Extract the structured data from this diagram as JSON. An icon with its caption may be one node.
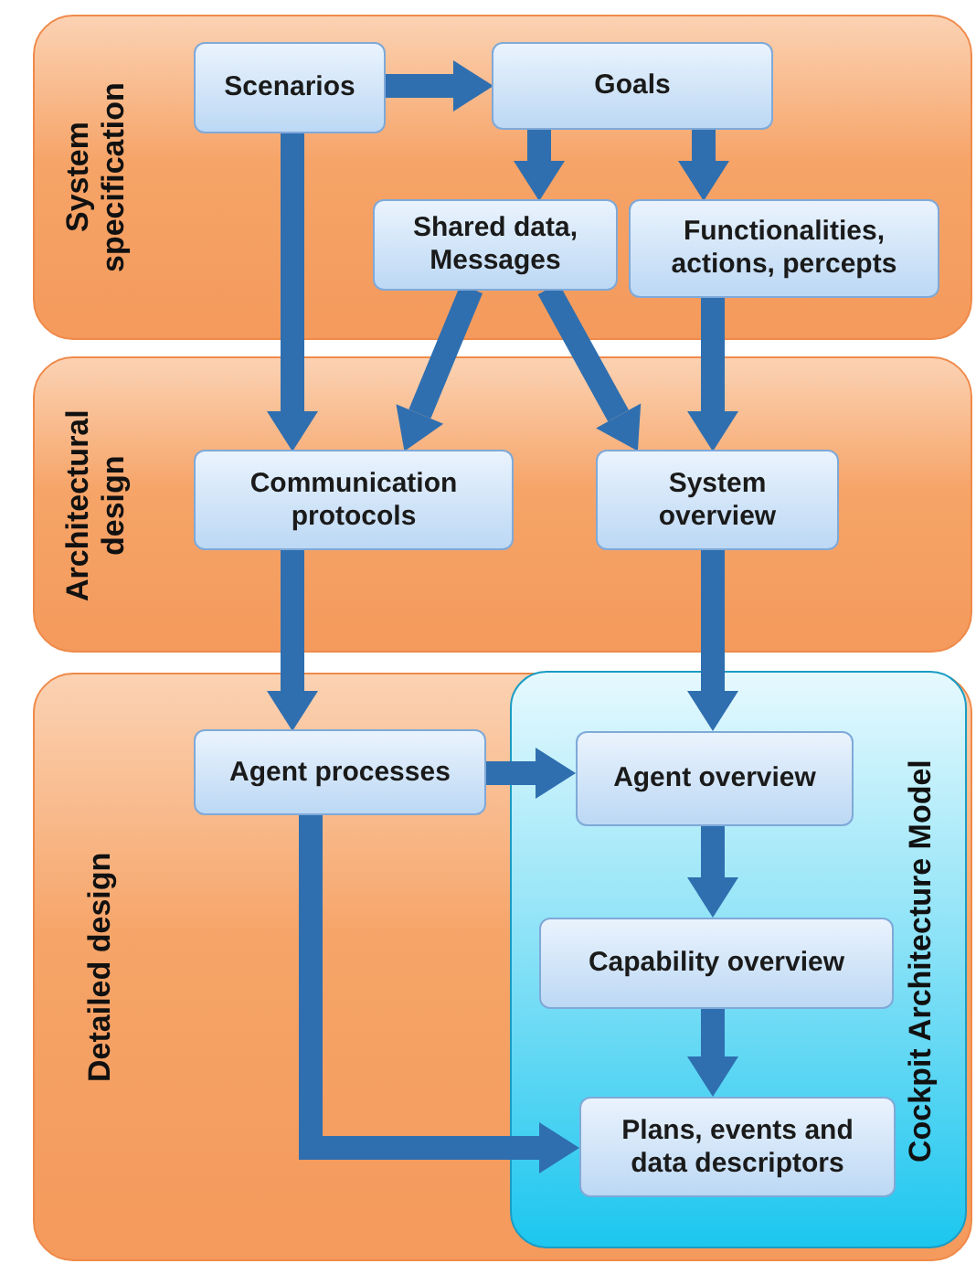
{
  "diagram": {
    "nodes": [
      {
        "text": [
          "System specification"
        ]
      },
      {
        "text": [
          "Scenarios"
        ],
        "in": 0
      },
      {
        "text": [
          "Goals"
        ],
        "in": 0
      },
      {
        "text": [
          "Shared data, Messages"
        ],
        "in": 0
      },
      {
        "text": [
          "Functionalities, actions, percepts"
        ],
        "in": 0
      },
      {
        "text": [
          "Architectural design"
        ]
      },
      {
        "text": [
          "Communication protocols"
        ],
        "in": 5
      },
      {
        "text": [
          "System overview"
        ],
        "in": 5
      },
      {
        "text": [
          "Detailed design"
        ]
      },
      {
        "text": [
          "Cockpit Architecture Model"
        ],
        "in": 8
      },
      {
        "text": [
          "Agent processes"
        ],
        "in": 8
      },
      {
        "text": [
          "Agent overview"
        ],
        "in": 9
      },
      {
        "text": [
          "Capability overview"
        ],
        "in": 9
      },
      {
        "text": [
          "Plans, events and data descriptors"
        ],
        "in": 9
      }
    ],
    "edges": [
      {
        "from": 1,
        "to": 2,
        "arrow": "to"
      },
      {
        "from": 2,
        "to": 3,
        "arrow": "to"
      },
      {
        "from": 2,
        "to": 4,
        "arrow": "to"
      },
      {
        "from": 1,
        "to": 6,
        "arrow": "to"
      },
      {
        "from": 3,
        "to": 6,
        "arrow": "to"
      },
      {
        "from": 3,
        "to": 7,
        "arrow": "to"
      },
      {
        "from": 4,
        "to": 7,
        "arrow": "to"
      },
      {
        "from": 6,
        "to": 10,
        "arrow": "to"
      },
      {
        "from": 7,
        "to": 11,
        "arrow": "to"
      },
      {
        "from": 10,
        "to": 11,
        "arrow": "to"
      },
      {
        "from": 11,
        "to": 12,
        "arrow": "to"
      },
      {
        "from": 12,
        "to": 13,
        "arrow": "to"
      },
      {
        "from": 10,
        "to": 13,
        "arrow": "to"
      }
    ]
  }
}
